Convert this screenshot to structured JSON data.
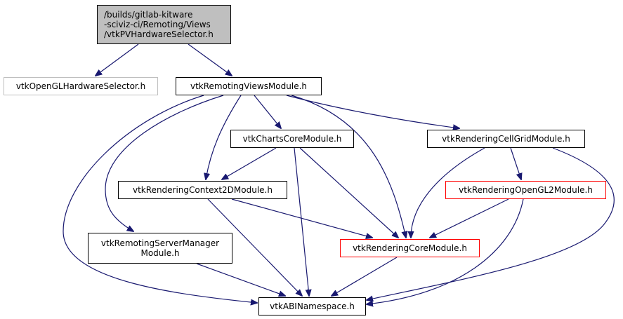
{
  "colors": {
    "edge": "#191970",
    "root_fill": "#bfbfbf",
    "normal_border": "#000000",
    "external_border": "#bfbfbf",
    "truncated_border": "#ff0000"
  },
  "nodes": {
    "root": {
      "label": "/builds/gitlab-kitware\n-sciviz-ci/Remoting/Views\n/vtkPVHardwareSelector.h",
      "style": "root"
    },
    "opengl_hw_selector": {
      "label": "vtkOpenGLHardwareSelector.h",
      "style": "external"
    },
    "remoting_views_module": {
      "label": "vtkRemotingViewsModule.h",
      "style": "normal"
    },
    "charts_core_module": {
      "label": "vtkChartsCoreModule.h",
      "style": "normal"
    },
    "rendering_cellgrid_module": {
      "label": "vtkRenderingCellGridModule.h",
      "style": "normal"
    },
    "rendering_context2d_module": {
      "label": "vtkRenderingContext2DModule.h",
      "style": "normal"
    },
    "rendering_opengl2_module": {
      "label": "vtkRenderingOpenGL2Module.h",
      "style": "truncated"
    },
    "remoting_servermanager_module": {
      "label": "vtkRemotingServerManager\nModule.h",
      "style": "normal"
    },
    "rendering_core_module": {
      "label": "vtkRenderingCoreModule.h",
      "style": "truncated"
    },
    "abi_namespace": {
      "label": "vtkABINamespace.h",
      "style": "normal"
    }
  },
  "edges": [
    [
      "root",
      "opengl_hw_selector"
    ],
    [
      "root",
      "remoting_views_module"
    ],
    [
      "remoting_views_module",
      "charts_core_module"
    ],
    [
      "remoting_views_module",
      "rendering_cellgrid_module"
    ],
    [
      "remoting_views_module",
      "rendering_context2d_module"
    ],
    [
      "remoting_views_module",
      "remoting_servermanager_module"
    ],
    [
      "remoting_views_module",
      "rendering_core_module"
    ],
    [
      "remoting_views_module",
      "abi_namespace"
    ],
    [
      "charts_core_module",
      "rendering_context2d_module"
    ],
    [
      "charts_core_module",
      "rendering_core_module"
    ],
    [
      "charts_core_module",
      "abi_namespace"
    ],
    [
      "rendering_cellgrid_module",
      "rendering_opengl2_module"
    ],
    [
      "rendering_cellgrid_module",
      "rendering_core_module"
    ],
    [
      "rendering_cellgrid_module",
      "abi_namespace"
    ],
    [
      "rendering_context2d_module",
      "rendering_core_module"
    ],
    [
      "rendering_context2d_module",
      "abi_namespace"
    ],
    [
      "rendering_opengl2_module",
      "rendering_core_module"
    ],
    [
      "rendering_opengl2_module",
      "abi_namespace"
    ],
    [
      "remoting_servermanager_module",
      "abi_namespace"
    ],
    [
      "rendering_core_module",
      "abi_namespace"
    ]
  ]
}
